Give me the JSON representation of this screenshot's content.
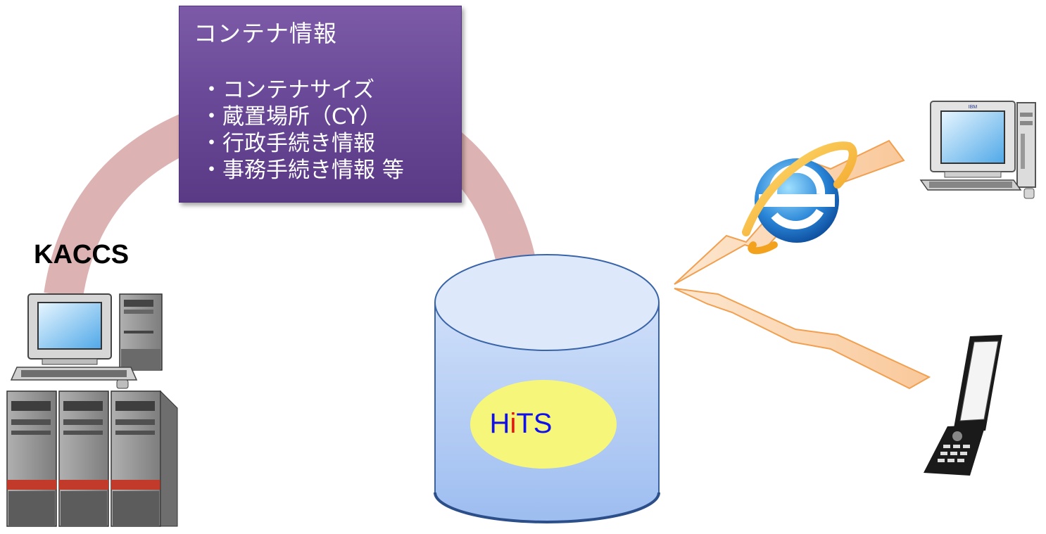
{
  "info_box": {
    "title": "コンテナ情報",
    "items": [
      "・コンテナサイズ",
      "・蔵置場所（CY）",
      "・行政手続き情報",
      "・事務手続き情報 等"
    ]
  },
  "kaccs": {
    "label": "KACCS"
  },
  "hits": {
    "label_part1": "H",
    "label_accent": "i",
    "label_part2": "TS"
  },
  "monitor_brand": "IBM",
  "colors": {
    "info_box": "#6a4a98",
    "arrow": "#d9a8a8",
    "cylinder_top": "#dde9fb",
    "cylinder_body": "#b7cef5",
    "hits_ellipse": "#f7f77a",
    "hits_text": "#1010ee",
    "hits_accent": "#e81010",
    "lightning": "#fcd5b0"
  },
  "icons": [
    "server-cluster-icon",
    "database-cylinder-icon",
    "internet-explorer-icon",
    "desktop-computer-icon",
    "mobile-phone-icon",
    "lightning-bolt-icon"
  ]
}
